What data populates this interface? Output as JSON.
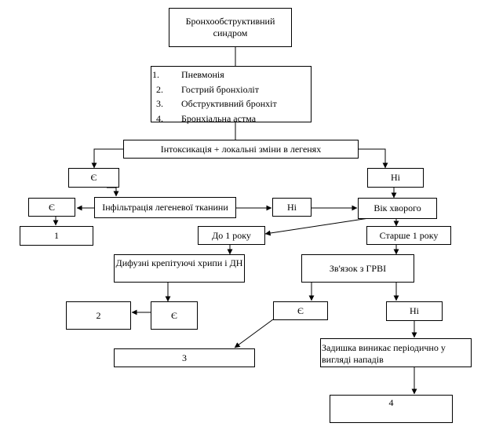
{
  "title": "Бронхообструктивний синдром",
  "diagnoses": [
    {
      "num": "1.",
      "label": "Пневмонія"
    },
    {
      "num": "2.",
      "label": "Гострий бронхіоліт"
    },
    {
      "num": "3.",
      "label": "Обструктивний бронхіт"
    },
    {
      "num": "4.",
      "label": "Бронхіальна астма"
    }
  ],
  "q_intoxication": "Інтоксикація + локальні зміни в легенях",
  "q_infiltration": "Інфільтрація легеневої тканини",
  "q_age": "Вік хворого",
  "age_under1": "До 1 року",
  "age_over1": "Старше 1 року",
  "q_crackles": "Дифузні крепітуючі хрипи і ДН",
  "q_arvi": "Зв'язок з ГРВІ",
  "q_attacks": "Задишка виникає періодично у вигляді нападів",
  "yes": "Є",
  "no": "Ні",
  "results": {
    "r1": "1",
    "r2": "2",
    "r3": "3",
    "r4": "4"
  }
}
